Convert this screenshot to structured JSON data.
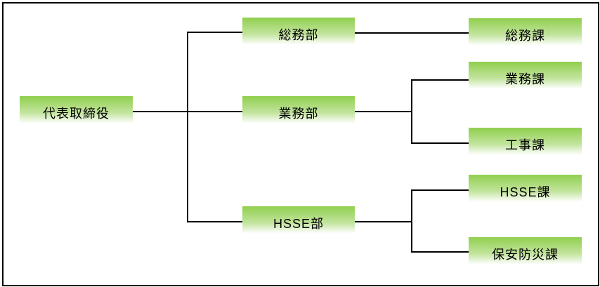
{
  "org_chart": {
    "root": {
      "label": "代表取締役"
    },
    "departments": [
      {
        "label": "総務部",
        "sections": [
          {
            "label": "総務課"
          }
        ]
      },
      {
        "label": "業務部",
        "sections": [
          {
            "label": "業務課"
          },
          {
            "label": "工事課"
          }
        ]
      },
      {
        "label": "HSSE部",
        "sections": [
          {
            "label": "HSSE課"
          },
          {
            "label": "保安防災課"
          }
        ]
      }
    ]
  },
  "colors": {
    "box_gradient_top": "#90cf4e",
    "box_gradient_mid": "#c3e49e",
    "box_gradient_bottom": "#ffffff",
    "connector": "#000000",
    "frame_border": "#000000",
    "text": "#000000"
  }
}
